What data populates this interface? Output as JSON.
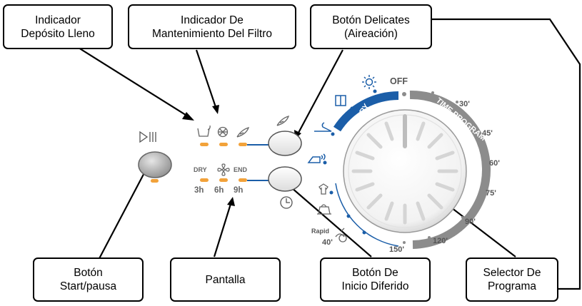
{
  "callouts": {
    "full_tank": [
      "Indicador",
      "Depósito Lleno"
    ],
    "filter": [
      "Indicador De",
      "Mantenimiento Del Filtro"
    ],
    "delicates": [
      "Botón Delicates",
      "(Aireación)"
    ],
    "start": [
      "Botón",
      "Start/pausa"
    ],
    "display": [
      "Pantalla"
    ],
    "delay": [
      "Botón De",
      "Inicio Diferido"
    ],
    "selector": [
      "Selector De",
      "Programa"
    ]
  },
  "panel": {
    "display_top": [
      "DRY",
      "END"
    ],
    "display_bottom": [
      "3h",
      "6h",
      "9h"
    ],
    "off_label": "OFF",
    "auto_dry": "AUTO DRY",
    "time_program": "TIME PROGRAM",
    "time_marks": [
      "30'",
      "45'",
      "60'",
      "75'",
      "90'",
      "120'",
      "150'"
    ],
    "rapid": "Rapid",
    "rapid_time": "40'"
  },
  "colors": {
    "accent_blue": "#1b5ea8",
    "led_orange": "#f2a23a",
    "ring_gray": "#8c8c8c"
  }
}
